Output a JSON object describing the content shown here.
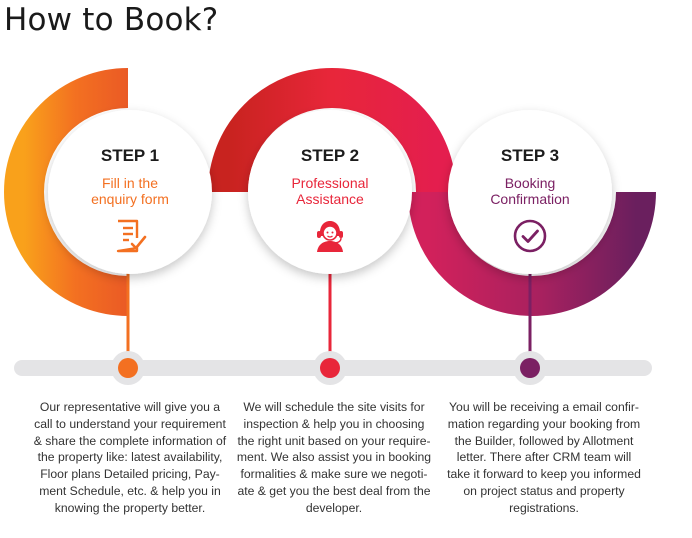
{
  "title": "How to Book?",
  "colors": {
    "orange": "#f37021",
    "red": "#e8263a",
    "purple": "#7b2063",
    "timeline": "#e4e4e6"
  },
  "steps": [
    {
      "title": "STEP 1",
      "subtitle": "Fill in the\nenquiry form",
      "icon": "form-icon",
      "color": "#f37021",
      "description": "Our representative will give you a\ncall to understand your requirement\n& share the complete information of\nthe property like: latest availability,\nFloor plans Detailed pricing, Pay-\nment Schedule, etc. & help you in\nknowing the property better."
    },
    {
      "title": "STEP 2",
      "subtitle": "Professional\nAssistance",
      "icon": "support-agent-icon",
      "color": "#e8263a",
      "description": "We will schedule the site visits for\ninspection & help you in choosing\nthe right unit based on your require-\nment. We also assist you in booking\nformalities & make sure we negoti-\nate & get you the best deal from the\ndeveloper."
    },
    {
      "title": "STEP 3",
      "subtitle": "Booking\nConfirmation",
      "icon": "check-circle-icon",
      "color": "#7b2063",
      "description": "You will be receiving a email confir-\nmation regarding your booking from\nthe Builder, followed by Allotment\nletter. There after CRM team will\ntake it forward to keep you informed\non project status and property\nregistrations."
    }
  ]
}
